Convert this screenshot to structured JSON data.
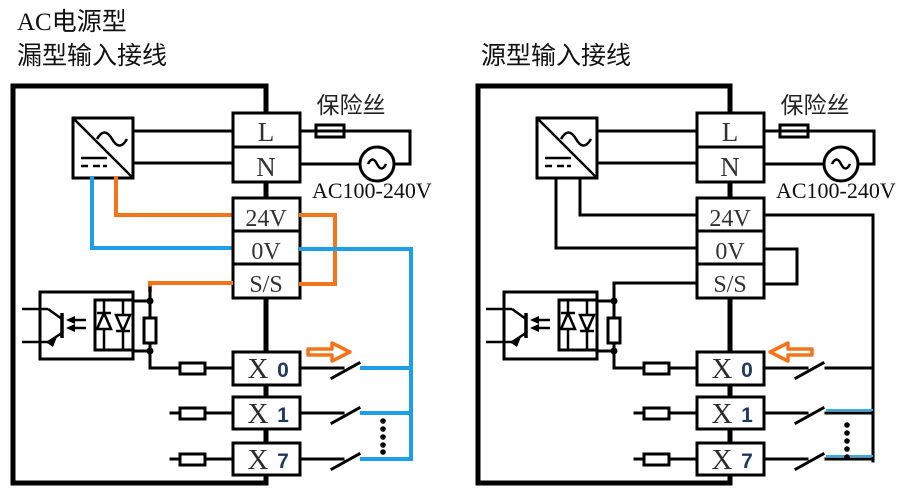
{
  "colors": {
    "black": "#000000",
    "orange": "#F2751D",
    "blue": "#1C9FE8",
    "cyan": "#2FB1F0",
    "navy": "#1F3864"
  },
  "header": {
    "title": "AC电源型"
  },
  "diagrams": {
    "left": {
      "subtitle": "漏型输入接线",
      "fuse_label": "保险丝",
      "source_label": "AC100-240V",
      "terminals": {
        "l": "L",
        "n": "N",
        "v24": "24V",
        "v0": "0V",
        "ss": "S/S"
      },
      "inputs": {
        "x0": {
          "prefix": "X",
          "digit": "0"
        },
        "x1": {
          "prefix": "X",
          "digit": "1"
        },
        "x7": {
          "prefix": "X",
          "digit": "7"
        }
      }
    },
    "right": {
      "subtitle": "源型输入接线",
      "fuse_label": "保险丝",
      "source_label": "AC100-240V",
      "terminals": {
        "l": "L",
        "n": "N",
        "v24": "24V",
        "v0": "0V",
        "ss": "S/S"
      },
      "inputs": {
        "x0": {
          "prefix": "X",
          "digit": "0"
        },
        "x1": {
          "prefix": "X",
          "digit": "1"
        },
        "x7": {
          "prefix": "X",
          "digit": "7"
        }
      }
    }
  }
}
